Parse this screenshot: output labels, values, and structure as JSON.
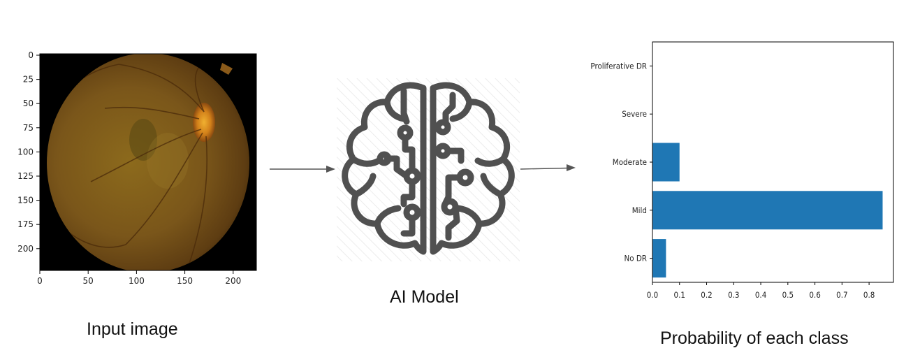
{
  "input_panel": {
    "caption": "Input image",
    "x_ticks": [
      "0",
      "50",
      "100",
      "150",
      "200"
    ],
    "y_ticks": [
      "0",
      "25",
      "50",
      "75",
      "100",
      "125",
      "150",
      "175",
      "200"
    ]
  },
  "model_panel": {
    "caption": "AI Model",
    "icon": "brain-circuit-icon"
  },
  "output_panel": {
    "caption": "Probability of each class"
  },
  "colors": {
    "bar": "#1f77b4",
    "arrow": "#555555",
    "fundus_background": "#000000"
  },
  "chart_data": {
    "type": "bar",
    "orientation": "horizontal",
    "categories": [
      "No DR",
      "Mild",
      "Moderate",
      "Severe",
      "Proliferative DR"
    ],
    "values": [
      0.05,
      0.85,
      0.1,
      0.0,
      0.0
    ],
    "x_ticks": [
      "0.0",
      "0.1",
      "0.2",
      "0.3",
      "0.4",
      "0.5",
      "0.6",
      "0.7",
      "0.8"
    ],
    "xlim": [
      0,
      0.89
    ],
    "title": "",
    "xlabel": "",
    "ylabel": ""
  }
}
